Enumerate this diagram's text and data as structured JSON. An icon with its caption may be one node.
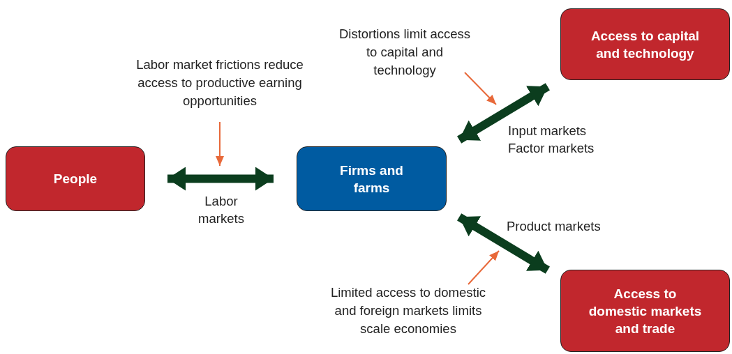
{
  "diagram": {
    "nodes": [
      {
        "text": [
          "People"
        ]
      },
      {
        "text": [
          "Firms and farms"
        ]
      },
      {
        "text": [
          "Access to capital and technology"
        ]
      },
      {
        "text": [
          "Access to domestic markets and trade"
        ]
      },
      {
        "text": [
          "Labor market frictions reduce access to productive earning opportunities"
        ]
      },
      {
        "text": [
          "Distortions limit access to capital and technology"
        ]
      },
      {
        "text": [
          "Limited access to domestic and foreign markets limits scale economies"
        ]
      }
    ],
    "edges": [
      {
        "from": 0,
        "to": 1,
        "arrow": "both",
        "style": "thick",
        "label": "Labor markets"
      },
      {
        "from": 1,
        "to": 2,
        "arrow": "both",
        "style": "thick",
        "label": "Input markets Factor markets"
      },
      {
        "from": 1,
        "to": 3,
        "arrow": "both",
        "style": "thick",
        "label": "Product markets"
      },
      {
        "from": 4,
        "to": null,
        "arrow": "to",
        "color": "#e8693a"
      },
      {
        "from": 5,
        "to": null,
        "arrow": "to",
        "color": "#e8693a"
      },
      {
        "from": 6,
        "to": null,
        "arrow": "to",
        "color": "#e8693a"
      }
    ]
  }
}
